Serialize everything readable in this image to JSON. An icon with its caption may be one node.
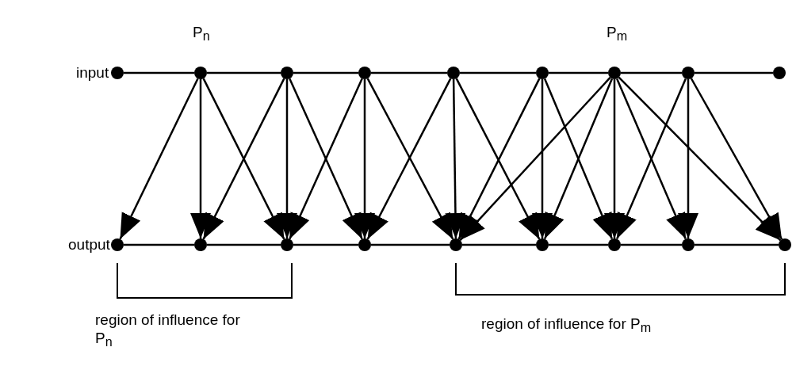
{
  "diagram": {
    "nodes": [
      {
        "text": [],
        "shape": "circle"
      },
      {
        "text": [],
        "shape": "circle",
        "beside": [
          "P$_{n}$"
        ]
      },
      {
        "text": [],
        "shape": "circle"
      },
      {
        "text": [],
        "shape": "circle"
      },
      {
        "text": [],
        "shape": "circle"
      },
      {
        "text": [],
        "shape": "circle"
      },
      {
        "text": [],
        "shape": "circle",
        "beside": [
          "P$_{m}$"
        ]
      },
      {
        "text": [],
        "shape": "circle"
      },
      {
        "text": [],
        "shape": "circle"
      },
      {
        "text": [],
        "shape": "circle"
      },
      {
        "text": [],
        "shape": "circle"
      },
      {
        "text": [],
        "shape": "circle"
      },
      {
        "text": [],
        "shape": "circle"
      },
      {
        "text": [],
        "shape": "circle"
      },
      {
        "text": [],
        "shape": "circle"
      },
      {
        "text": [],
        "shape": "circle"
      },
      {
        "text": [],
        "shape": "circle"
      },
      {
        "text": [],
        "shape": "circle"
      }
    ],
    "edges": [
      {
        "from": 0,
        "to": 1,
        "arrow": "none"
      },
      {
        "from": 1,
        "to": 2,
        "arrow": "none"
      },
      {
        "from": 2,
        "to": 3,
        "arrow": "none"
      },
      {
        "from": 3,
        "to": 4,
        "arrow": "none"
      },
      {
        "from": 4,
        "to": 5,
        "arrow": "none"
      },
      {
        "from": 5,
        "to": 6,
        "arrow": "none"
      },
      {
        "from": 6,
        "to": 7,
        "arrow": "none"
      },
      {
        "from": 7,
        "to": 8,
        "arrow": "none"
      },
      {
        "from": 9,
        "to": 10,
        "arrow": "none"
      },
      {
        "from": 10,
        "to": 11,
        "arrow": "none"
      },
      {
        "from": 11,
        "to": 12,
        "arrow": "none"
      },
      {
        "from": 12,
        "to": 13,
        "arrow": "none"
      },
      {
        "from": 13,
        "to": 14,
        "arrow": "none"
      },
      {
        "from": 14,
        "to": 15,
        "arrow": "none"
      },
      {
        "from": 15,
        "to": 16,
        "arrow": "none"
      },
      {
        "from": 16,
        "to": 17,
        "arrow": "none"
      },
      {
        "from": 1,
        "to": 9,
        "arrow": "to"
      },
      {
        "from": 1,
        "to": 10,
        "arrow": "to"
      },
      {
        "from": 1,
        "to": 11,
        "arrow": "to"
      },
      {
        "from": 2,
        "to": 10,
        "arrow": "to"
      },
      {
        "from": 2,
        "to": 11,
        "arrow": "to"
      },
      {
        "from": 2,
        "to": 12,
        "arrow": "to"
      },
      {
        "from": 3,
        "to": 11,
        "arrow": "to"
      },
      {
        "from": 3,
        "to": 12,
        "arrow": "to"
      },
      {
        "from": 3,
        "to": 13,
        "arrow": "to"
      },
      {
        "from": 4,
        "to": 12,
        "arrow": "to"
      },
      {
        "from": 4,
        "to": 13,
        "arrow": "to"
      },
      {
        "from": 4,
        "to": 14,
        "arrow": "to"
      },
      {
        "from": 5,
        "to": 13,
        "arrow": "to"
      },
      {
        "from": 5,
        "to": 14,
        "arrow": "to"
      },
      {
        "from": 5,
        "to": 15,
        "arrow": "to"
      },
      {
        "from": 6,
        "to": 13,
        "arrow": "to"
      },
      {
        "from": 6,
        "to": 14,
        "arrow": "to"
      },
      {
        "from": 6,
        "to": 15,
        "arrow": "to"
      },
      {
        "from": 6,
        "to": 16,
        "arrow": "to"
      },
      {
        "from": 6,
        "to": 17,
        "arrow": "to"
      },
      {
        "from": 7,
        "to": 15,
        "arrow": "to"
      },
      {
        "from": 7,
        "to": 16,
        "arrow": "to"
      },
      {
        "from": 7,
        "to": 17,
        "arrow": "to"
      }
    ],
    "labels": [
      "input",
      "output",
      "region of influence for P$_{n}$",
      "region of influence for P$_{m}$"
    ]
  }
}
